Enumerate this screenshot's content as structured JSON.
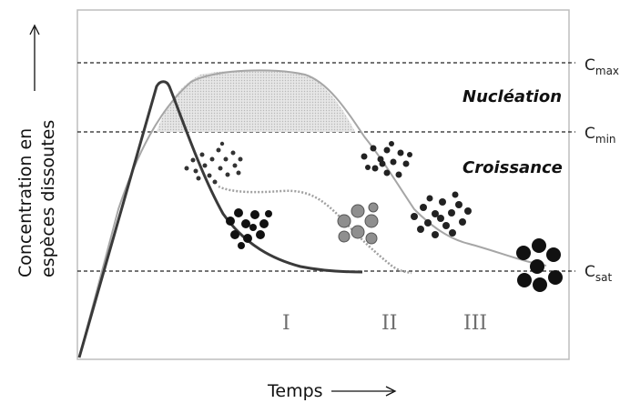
{
  "axes": {
    "ylabel_line1": "Concentration en",
    "ylabel_line2": "espèces dissoutes",
    "xlabel": "Temps"
  },
  "levels": {
    "cmax": {
      "main": "C",
      "sub": "max"
    },
    "cmin": {
      "main": "C",
      "sub": "min"
    },
    "csat": {
      "main": "C",
      "sub": "sat"
    }
  },
  "zones": {
    "nucleation": "Nucléation",
    "croissance": "Croissance"
  },
  "stages": [
    "I",
    "II",
    "III"
  ],
  "colors": {
    "dark_curve": "#3a3a3a",
    "light_curve": "#a8a8a8",
    "dotted_curve": "#b0b0b0",
    "shade": "#d8d8d8"
  }
}
